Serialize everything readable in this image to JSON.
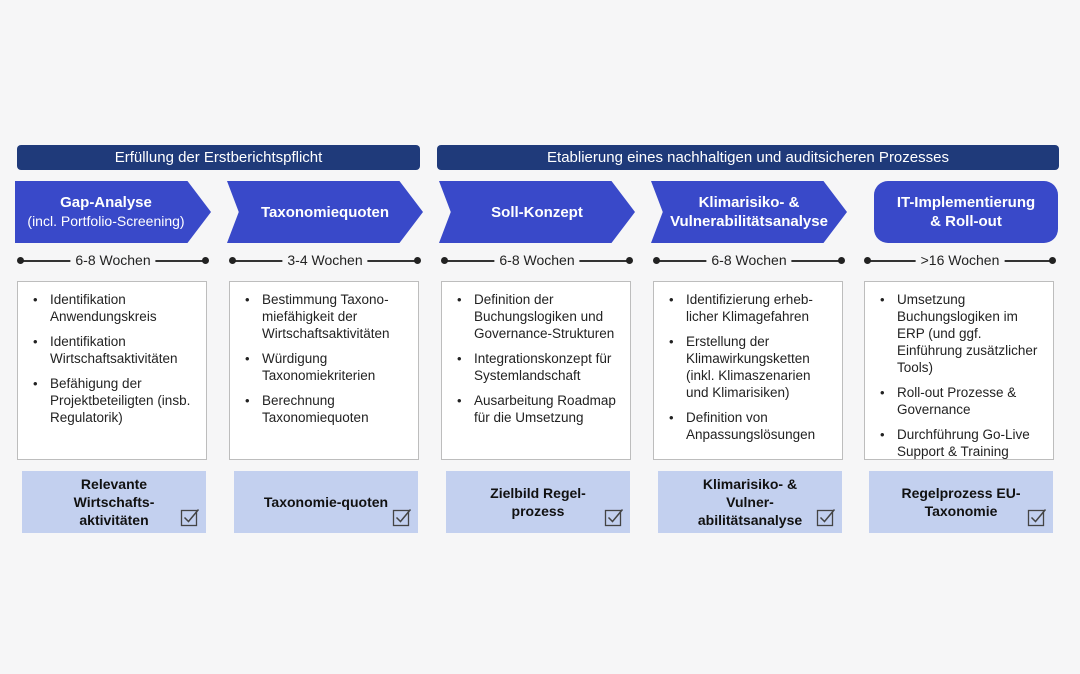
{
  "bands": [
    {
      "label": "Erfüllung der Erstberichtspflicht"
    },
    {
      "label": "Etablierung eines nachhaltigen und auditsicheren Prozesses"
    }
  ],
  "phases": [
    {
      "title": "Gap-Analyse",
      "subtitle": "(incl. Portfolio-Screening)",
      "duration": "6-8 Wochen",
      "items": [
        "Identifikation Anwendungskreis",
        "Identifikation Wirtschaftsaktivitäten",
        "Befähigung der Projektbeteiligten (insb. Regulatorik)"
      ],
      "result": "Relevante Wirtschafts-aktivitäten"
    },
    {
      "title": "Taxonomiequoten",
      "subtitle": "",
      "duration": "3-4 Wochen",
      "items": [
        "Bestimmung Taxono-miefähigkeit der Wirtschaftsaktivitäten",
        "Würdigung Taxonomiekriterien",
        "Berechnung Taxonomiequoten"
      ],
      "result": "Taxonomie-quoten"
    },
    {
      "title": "Soll-Konzept",
      "subtitle": "",
      "duration": "6-8 Wochen",
      "items": [
        "Definition der Buchungslogiken und Governance-Strukturen",
        "Integrationskonzept für Systemlandschaft",
        "Ausarbeitung Roadmap für die Umsetzung"
      ],
      "result": "Zielbild Regel-prozess"
    },
    {
      "title": "Klimarisiko- &",
      "subtitle": "Vulnerabilitätsanalyse",
      "duration": "6-8 Wochen",
      "items": [
        "Identifizierung erheb-licher Klimagefahren",
        "Erstellung der Klimawirkungsketten (inkl. Klimaszenarien und Klimarisiken)",
        "Definition von Anpassungslösungen"
      ],
      "result": "Klimarisiko- & Vulner-abilitätsanalyse"
    },
    {
      "title": "IT-Implementierung",
      "subtitle": "& Roll-out",
      "duration": ">16 Wochen",
      "items": [
        "Umsetzung Buchungslogiken im ERP (und ggf. Einführung zusätzlicher Tools)",
        "Roll-out Prozesse & Governance",
        "Durchführung Go-Live Support & Training"
      ],
      "result": "Regelprozess EU-Taxonomie"
    }
  ],
  "icons": {
    "result": "checkbox-checked-icon"
  },
  "colors": {
    "band": "#1f3a7a",
    "phase": "#3949c9",
    "result": "#c3d0ef"
  }
}
